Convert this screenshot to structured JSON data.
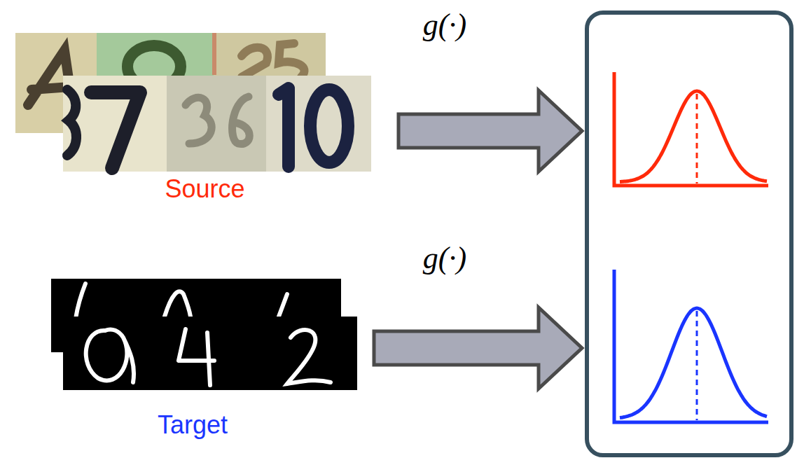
{
  "diagram": {
    "nodes": [
      {
        "text": [
          "Source"
        ]
      },
      {
        "text": [
          "Target"
        ]
      },
      {
        "text": []
      }
    ],
    "edges": [
      {
        "from": 0,
        "to": 2,
        "arrow": "to",
        "label": "g(·)"
      },
      {
        "from": 1,
        "to": 2,
        "arrow": "to",
        "label": "g(·)"
      }
    ]
  }
}
